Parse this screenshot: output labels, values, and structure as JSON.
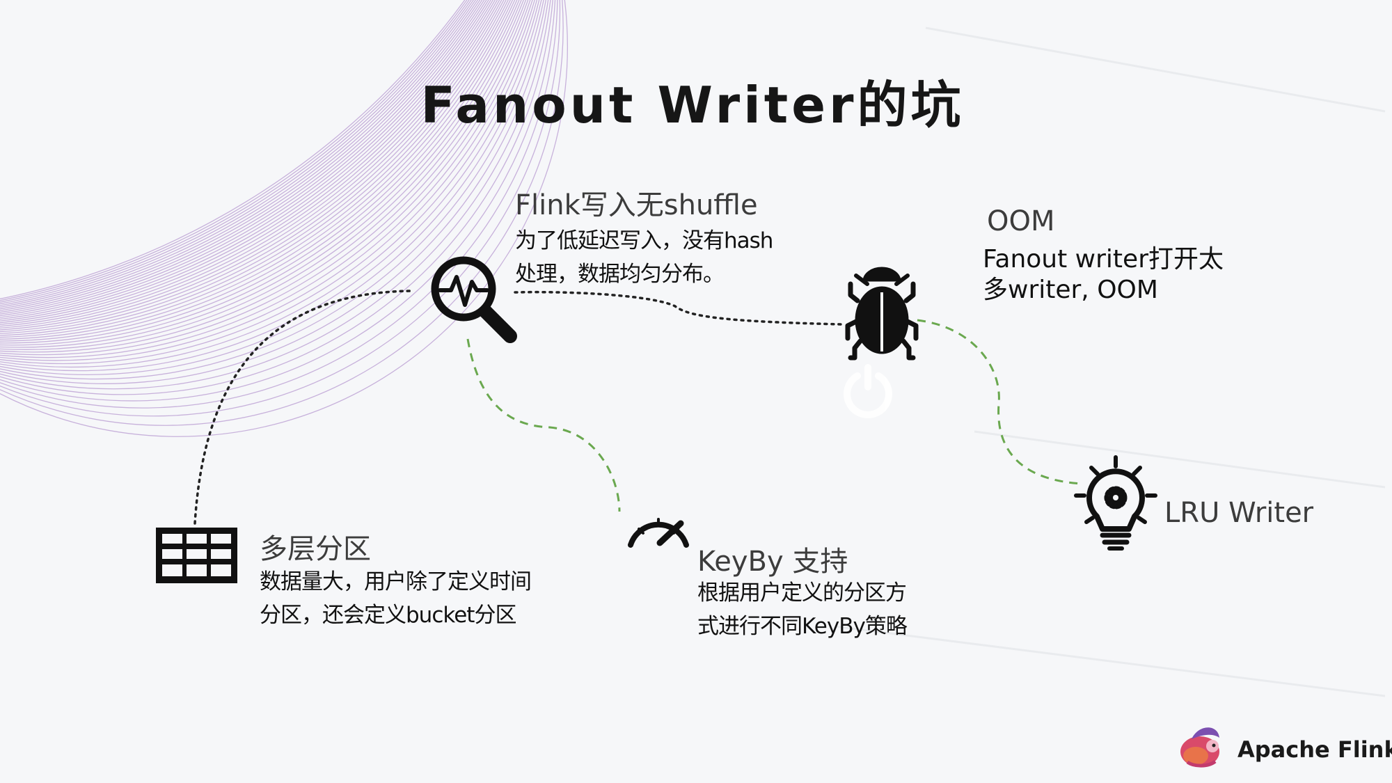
{
  "title": "Fanout Writer的坑",
  "nodes": {
    "no_shuffle": {
      "title": "Flink写入无shuffle",
      "desc": [
        "为了低延迟写入，没有hash",
        "处理，数据均匀分布。"
      ],
      "icon": "magnifier-pulse-icon"
    },
    "oom": {
      "title": "OOM",
      "desc": [
        "Fanout writer打开太",
        "多writer, OOM"
      ],
      "icon": "bug-icon"
    },
    "multi_partition": {
      "title": "多层分区",
      "desc": [
        "数据量大，用户除了定义时间",
        "分区，还会定义bucket分区"
      ],
      "icon": "table-grid-icon"
    },
    "keyby": {
      "title": "KeyBy 支持",
      "desc": [
        "根据用户定义的分区方",
        "式进行不同KeyBy策略"
      ],
      "icon": "speedometer-icon"
    },
    "lru": {
      "title": "LRU Writer",
      "icon": "lightbulb-gear-icon"
    }
  },
  "brand": {
    "name": "Apache Flink",
    "icon": "flink-squirrel-logo"
  },
  "colors": {
    "title": "#161616",
    "node_title": "#3c3c3c",
    "dotted_link": "#222222",
    "dashed_link": "#6aa84f",
    "arc_lines": "#b89ad1",
    "background": "#f6f7f9"
  }
}
